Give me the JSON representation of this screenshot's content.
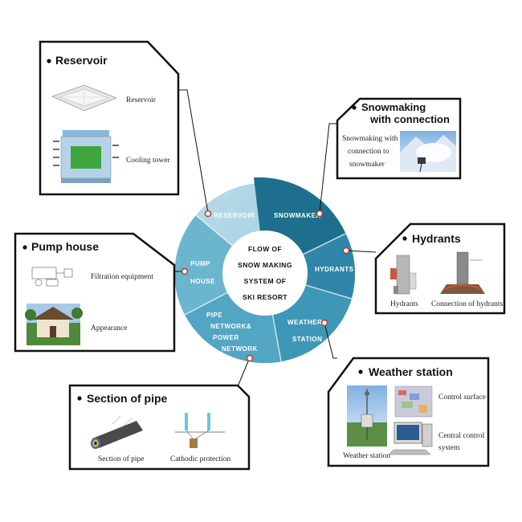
{
  "center": {
    "line1": "FLOW OF",
    "line2": "SNOW MAKING",
    "line3": "SYSTEM OF",
    "line4": "SKI RESORT"
  },
  "segments": {
    "reservoir": "Reservoir",
    "snowmaker": "Snowmaker",
    "hydrants": "Hydrants",
    "weather_line1": "Weather",
    "weather_line2": "station",
    "pipe_line1": "Pipe",
    "pipe_line2": "network&",
    "pipe_line3": "power",
    "pipe_line4": "network",
    "pump_line1": "Pump",
    "pump_line2": "house"
  },
  "cards": {
    "reservoir": {
      "title": "Reservoir",
      "items": [
        "Reservoir",
        "Cooling tower"
      ]
    },
    "snowmaking": {
      "title_line1": "Snowmaking",
      "title_line2": "with connection",
      "caption_line1": "Snowmaking with",
      "caption_line2": "connection to",
      "caption_line3": "snowmaker"
    },
    "pump_house": {
      "title": "Pump house",
      "items": [
        "Filtration equipment",
        "Appearance"
      ]
    },
    "hydrants": {
      "title": "Hydrants",
      "items": [
        "Hydrants",
        "Connection of hydrants"
      ]
    },
    "pipe": {
      "title": "Section of pipe",
      "items": [
        "Section of pipe",
        "Cathodic protection"
      ]
    },
    "weather": {
      "title": "Weather station",
      "items": [
        "Control surface",
        "Central control",
        "system",
        "Weather station"
      ]
    }
  },
  "colors": {
    "ring_light": "#9fcfe0",
    "ring_mid": "#4aa3c4",
    "ring_dark": "#1f6f8e",
    "snowmaker_fill": "#1d6f8d",
    "card_border": "#111111"
  }
}
